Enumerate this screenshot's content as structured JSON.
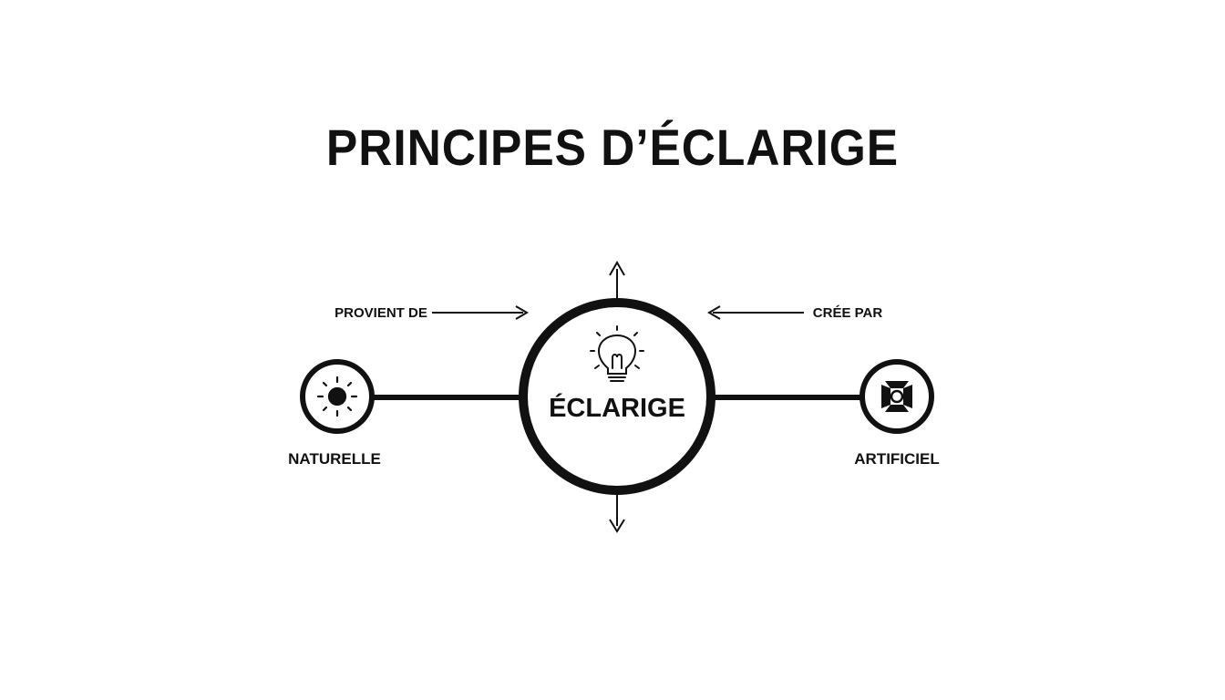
{
  "title": "PRINCIPES D’ÉCLARIGE",
  "center": {
    "label": "ÉCLARIGE",
    "icon": "lightbulb-icon"
  },
  "left_node": {
    "label": "NATURELLE",
    "icon": "sun-icon",
    "connector_label": "PROVIENT DE"
  },
  "right_node": {
    "label": "ARTIFICIEL",
    "icon": "spotlight-icon",
    "connector_label": "CRÉE PAR"
  },
  "colors": {
    "stroke": "#111111",
    "background": "#ffffff"
  }
}
